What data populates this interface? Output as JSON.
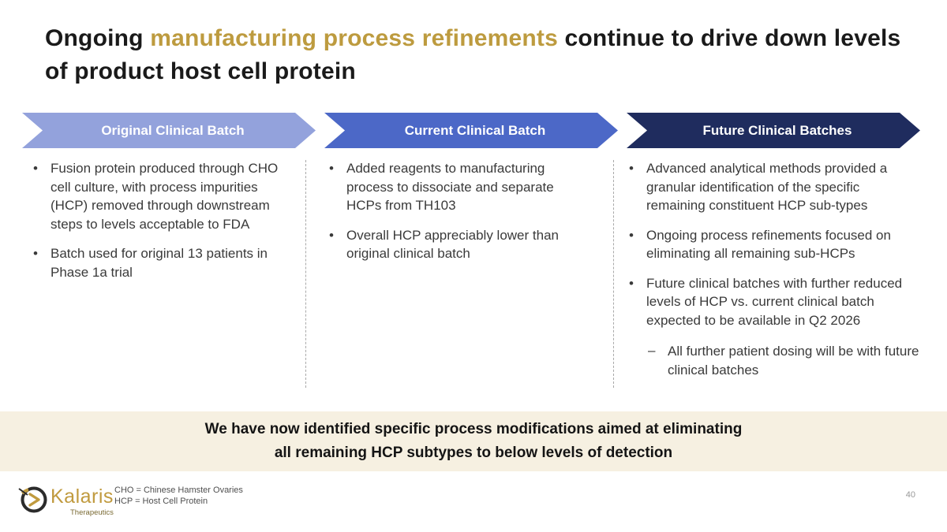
{
  "title": {
    "pre": "Ongoing ",
    "highlight": "manufacturing process refinements",
    "post": " continue to drive down levels of product host cell protein"
  },
  "glyphs": {
    "bullet": "•",
    "dash": "–"
  },
  "columns": [
    {
      "header": "Original Clinical Batch",
      "color": "#93a2dc",
      "bullets": [
        "Fusion protein produced through CHO cell culture, with process impurities (HCP) removed through downstream steps to levels acceptable to FDA",
        "Batch used for original 13 patients in Phase 1a trial"
      ]
    },
    {
      "header": "Current Clinical Batch",
      "color": "#4c68c7",
      "bullets": [
        "Added reagents to manufacturing process to dissociate and separate HCPs from TH103",
        "Overall HCP appreciably lower than original clinical batch"
      ]
    },
    {
      "header": "Future Clinical Batches",
      "color": "#1f2c5e",
      "bullets": [
        "Advanced analytical methods provided a granular identification of the specific remaining constituent HCP sub-types",
        "Ongoing process refinements focused on eliminating all remaining sub-HCPs",
        "Future clinical batches with further reduced levels of HCP vs. current clinical batch expected to be available in Q2 2026"
      ],
      "sub_bullet": "All further patient dosing will be with future clinical batches"
    }
  ],
  "callout": {
    "line1": "We have now identified specific process modifications aimed at eliminating",
    "line2": "all remaining HCP subtypes to below levels of detection"
  },
  "footer": {
    "logo_name": "Kalaris",
    "logo_sub": "Therapeutics",
    "footnote1": "CHO = Chinese Hamster Ovaries",
    "footnote2": "HCP = Host Cell Protein",
    "page_number": "40"
  },
  "colors": {
    "title_text": "#1a1a1a",
    "title_highlight": "#bd9b3f",
    "arrow_light": "#93a2dc",
    "arrow_medium": "#4c68c7",
    "arrow_dark": "#1f2c5e",
    "body_text": "#3a3a3a",
    "callout_bg": "#f6f0e1",
    "logo_gold": "#c09a3e"
  }
}
